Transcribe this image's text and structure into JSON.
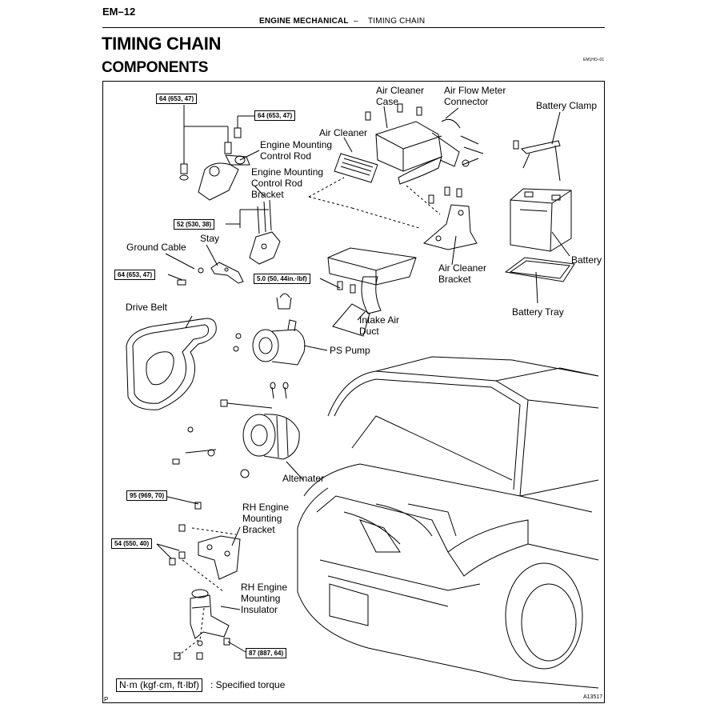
{
  "header": {
    "page_number": "EM–12",
    "section": "ENGINE MECHANICAL",
    "separator": "–",
    "subsection": "TIMING CHAIN"
  },
  "title": "TIMING CHAIN",
  "subtitle": "COMPONENTS",
  "reference_code": "EM1HO–01",
  "figure_id": "A13517",
  "corner_mark": "P",
  "torque_specs": [
    "64 (653, 47)",
    "64 (653, 47)",
    "52 (530, 38)",
    "64 (653, 47)",
    "5.0 (50, 44in.·lbf)",
    "95 (969, 70)",
    "54 (550, 40)",
    "87 (887, 64)"
  ],
  "labels": {
    "air_cleaner_case": "Air Cleaner\nCase",
    "air_flow_meter_connector": "Air Flow Meter\nConnector",
    "battery_clamp": "Battery Clamp",
    "air_cleaner": "Air Cleaner",
    "engine_mounting_control_rod": "Engine Mounting\nControl Rod",
    "engine_mounting_control_rod_bracket": "Engine Mounting\nControl Rod\nBracket",
    "stay": "Stay",
    "ground_cable": "Ground Cable",
    "air_cleaner_bracket": "Air Cleaner\nBracket",
    "battery": "Battery",
    "battery_tray": "Battery Tray",
    "intake_air_duct": "Intake Air\nDuct",
    "drive_belt": "Drive Belt",
    "ps_pump": "PS Pump",
    "alternater": "Alternater",
    "rh_engine_mounting_bracket": "RH Engine\nMounting\nBracket",
    "rh_engine_mounting_insulator": "RH Engine\nMounting\nInsulator"
  },
  "legend": {
    "unit": "N·m (kgf·cm, ft·lbf)",
    "description": ": Specified torque"
  }
}
